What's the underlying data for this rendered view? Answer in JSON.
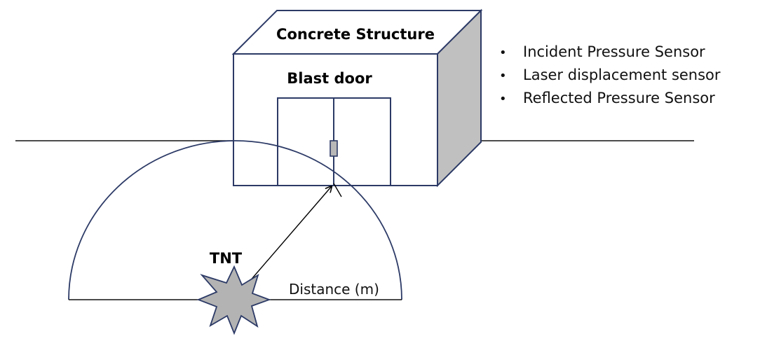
{
  "structure": {
    "title": "Concrete Structure",
    "door_label": "Blast door"
  },
  "explosive": {
    "label": "TNT"
  },
  "distance": {
    "label": "Distance (m)"
  },
  "sensors": {
    "items": [
      "Incident Pressure Sensor",
      "Laser displacement sensor",
      "Reflected Pressure Sensor"
    ]
  },
  "colors": {
    "outline": "#2c3a66",
    "side_face": "#c0c0c0",
    "charge_fill": "#b3b3b3",
    "ground": "#111111"
  }
}
